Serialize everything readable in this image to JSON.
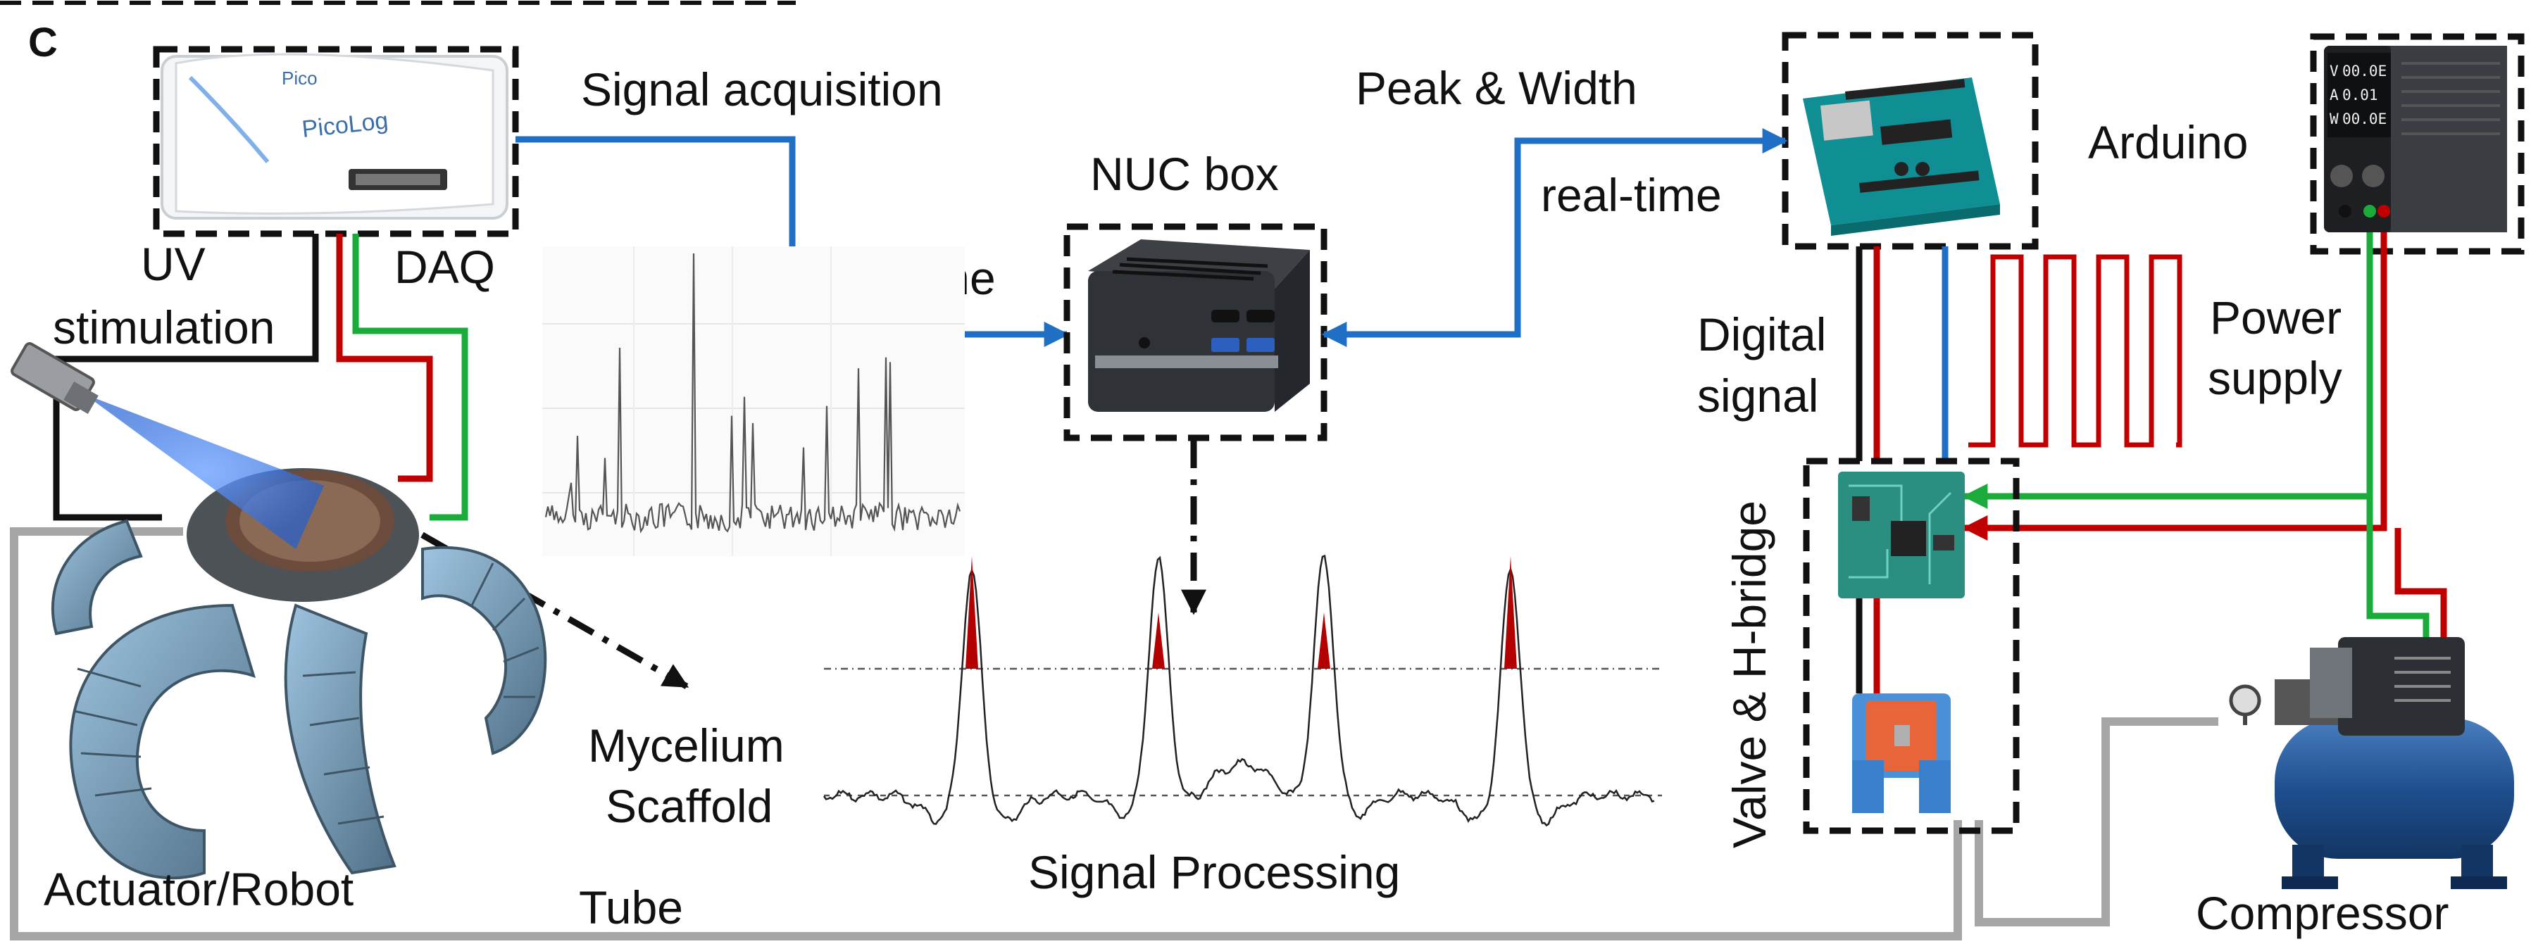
{
  "panel_letter": "C",
  "labels": {
    "signal_acquisition": "Signal acquisition",
    "peak_width": "Peak & Width",
    "nuc_box": "NUC box",
    "real_time_left": "real-time",
    "real_time_right": "real-time",
    "arduino": "Arduino",
    "uv_line1": "UV",
    "uv_line2": "stimulation",
    "daq": "DAQ",
    "digital_line1": "Digital",
    "digital_line2": "signal",
    "power_line1": "Power",
    "power_line2": "supply",
    "valve_hbridge": "Valve & H-bridge",
    "mycelium_line1": "Mycelium",
    "mycelium_line2": "Scaffold",
    "signal_processing": "Signal Processing",
    "actuator": "Actuator/Robot",
    "tube": "Tube",
    "compressor": "Compressor"
  },
  "device_text": {
    "daq_brand": "PicoLog",
    "daq_brand_small": "Pico",
    "psu_v_prefix": "V",
    "psu_v_value": "00.0E",
    "psu_a_prefix": "A",
    "psu_a_value": "0.01",
    "psu_w_prefix": "W",
    "psu_w_value": "00.0E"
  },
  "colors": {
    "blue_line": "#1f6fc5",
    "red_wire": "#c00000",
    "green_wire": "#1aab3a",
    "black_wire": "#111111",
    "tube": "#a6a6a6",
    "peak_fill": "#b30000",
    "pcb": "#2a8f80",
    "compressor_tank": "#1f4f8f"
  }
}
